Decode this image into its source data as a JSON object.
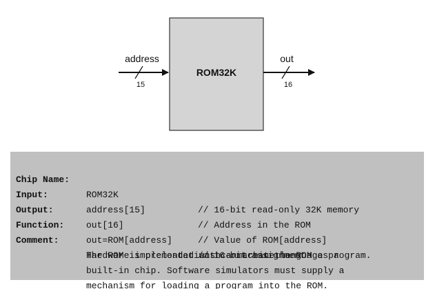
{
  "diagram": {
    "chip_name": "ROM32K",
    "input_pin": {
      "name": "address",
      "width": "15"
    },
    "output_pin": {
      "name": "out",
      "width": "16"
    },
    "colors": {
      "chip_fill": "#d4d4d4",
      "chip_stroke": "#333333",
      "wire": "#111111",
      "spec_background": "#c0c0c0"
    }
  },
  "spec": {
    "rows": [
      {
        "key": "Chip Name:",
        "value": "ROM32K",
        "comment": "// 16-bit read-only 32K memory"
      },
      {
        "key": "Input:",
        "value": "address[15]",
        "comment": "// Address in the ROM"
      },
      {
        "key": "Output:",
        "value": "out[16]",
        "comment": "// Value of ROM[address]"
      },
      {
        "key": "Function:",
        "value": "out=ROM[address]",
        "comment": "// 16-bit assignment"
      },
      {
        "key": "Comment:",
        "value": "The ROM is preloaded with a machine language program.",
        "comment": ""
      },
      {
        "key": "",
        "value": "Hardware implementations can treat the ROM as a",
        "comment": ""
      },
      {
        "key": "",
        "value": "built-in chip. Software simulators must supply a",
        "comment": ""
      },
      {
        "key": "",
        "value": "mechanism for loading a program into the ROM.",
        "comment": ""
      }
    ]
  }
}
